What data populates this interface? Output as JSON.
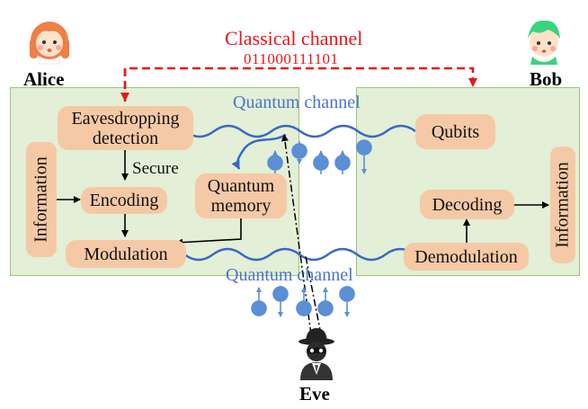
{
  "people": {
    "alice": "Alice",
    "bob": "Bob",
    "eve": "Eve"
  },
  "classical": {
    "title": "Classical channel",
    "bits": "011000111101"
  },
  "quantum": {
    "top_label": "Quantum channel",
    "bottom_label": "Quantum channel"
  },
  "alice_side": {
    "eavesdropping": [
      "Eavesdropping",
      "detection"
    ],
    "secure": "Secure",
    "encoding": "Encoding",
    "modulation": "Modulation",
    "information": "Information",
    "memory": [
      "Quantum",
      "memory"
    ]
  },
  "bob_side": {
    "qubits": "Qubits",
    "decoding": "Decoding",
    "demodulation": "Demodulation",
    "information": "Information"
  },
  "colors": {
    "panel": "#e3efd6",
    "box": "#f5c9a6",
    "classical_red": "#e8171a",
    "quantum_blue": "#3a68c4",
    "qubit": "#5b8fd6"
  },
  "icons": [
    "alice-avatar",
    "bob-avatar",
    "eve-spy-icon"
  ]
}
